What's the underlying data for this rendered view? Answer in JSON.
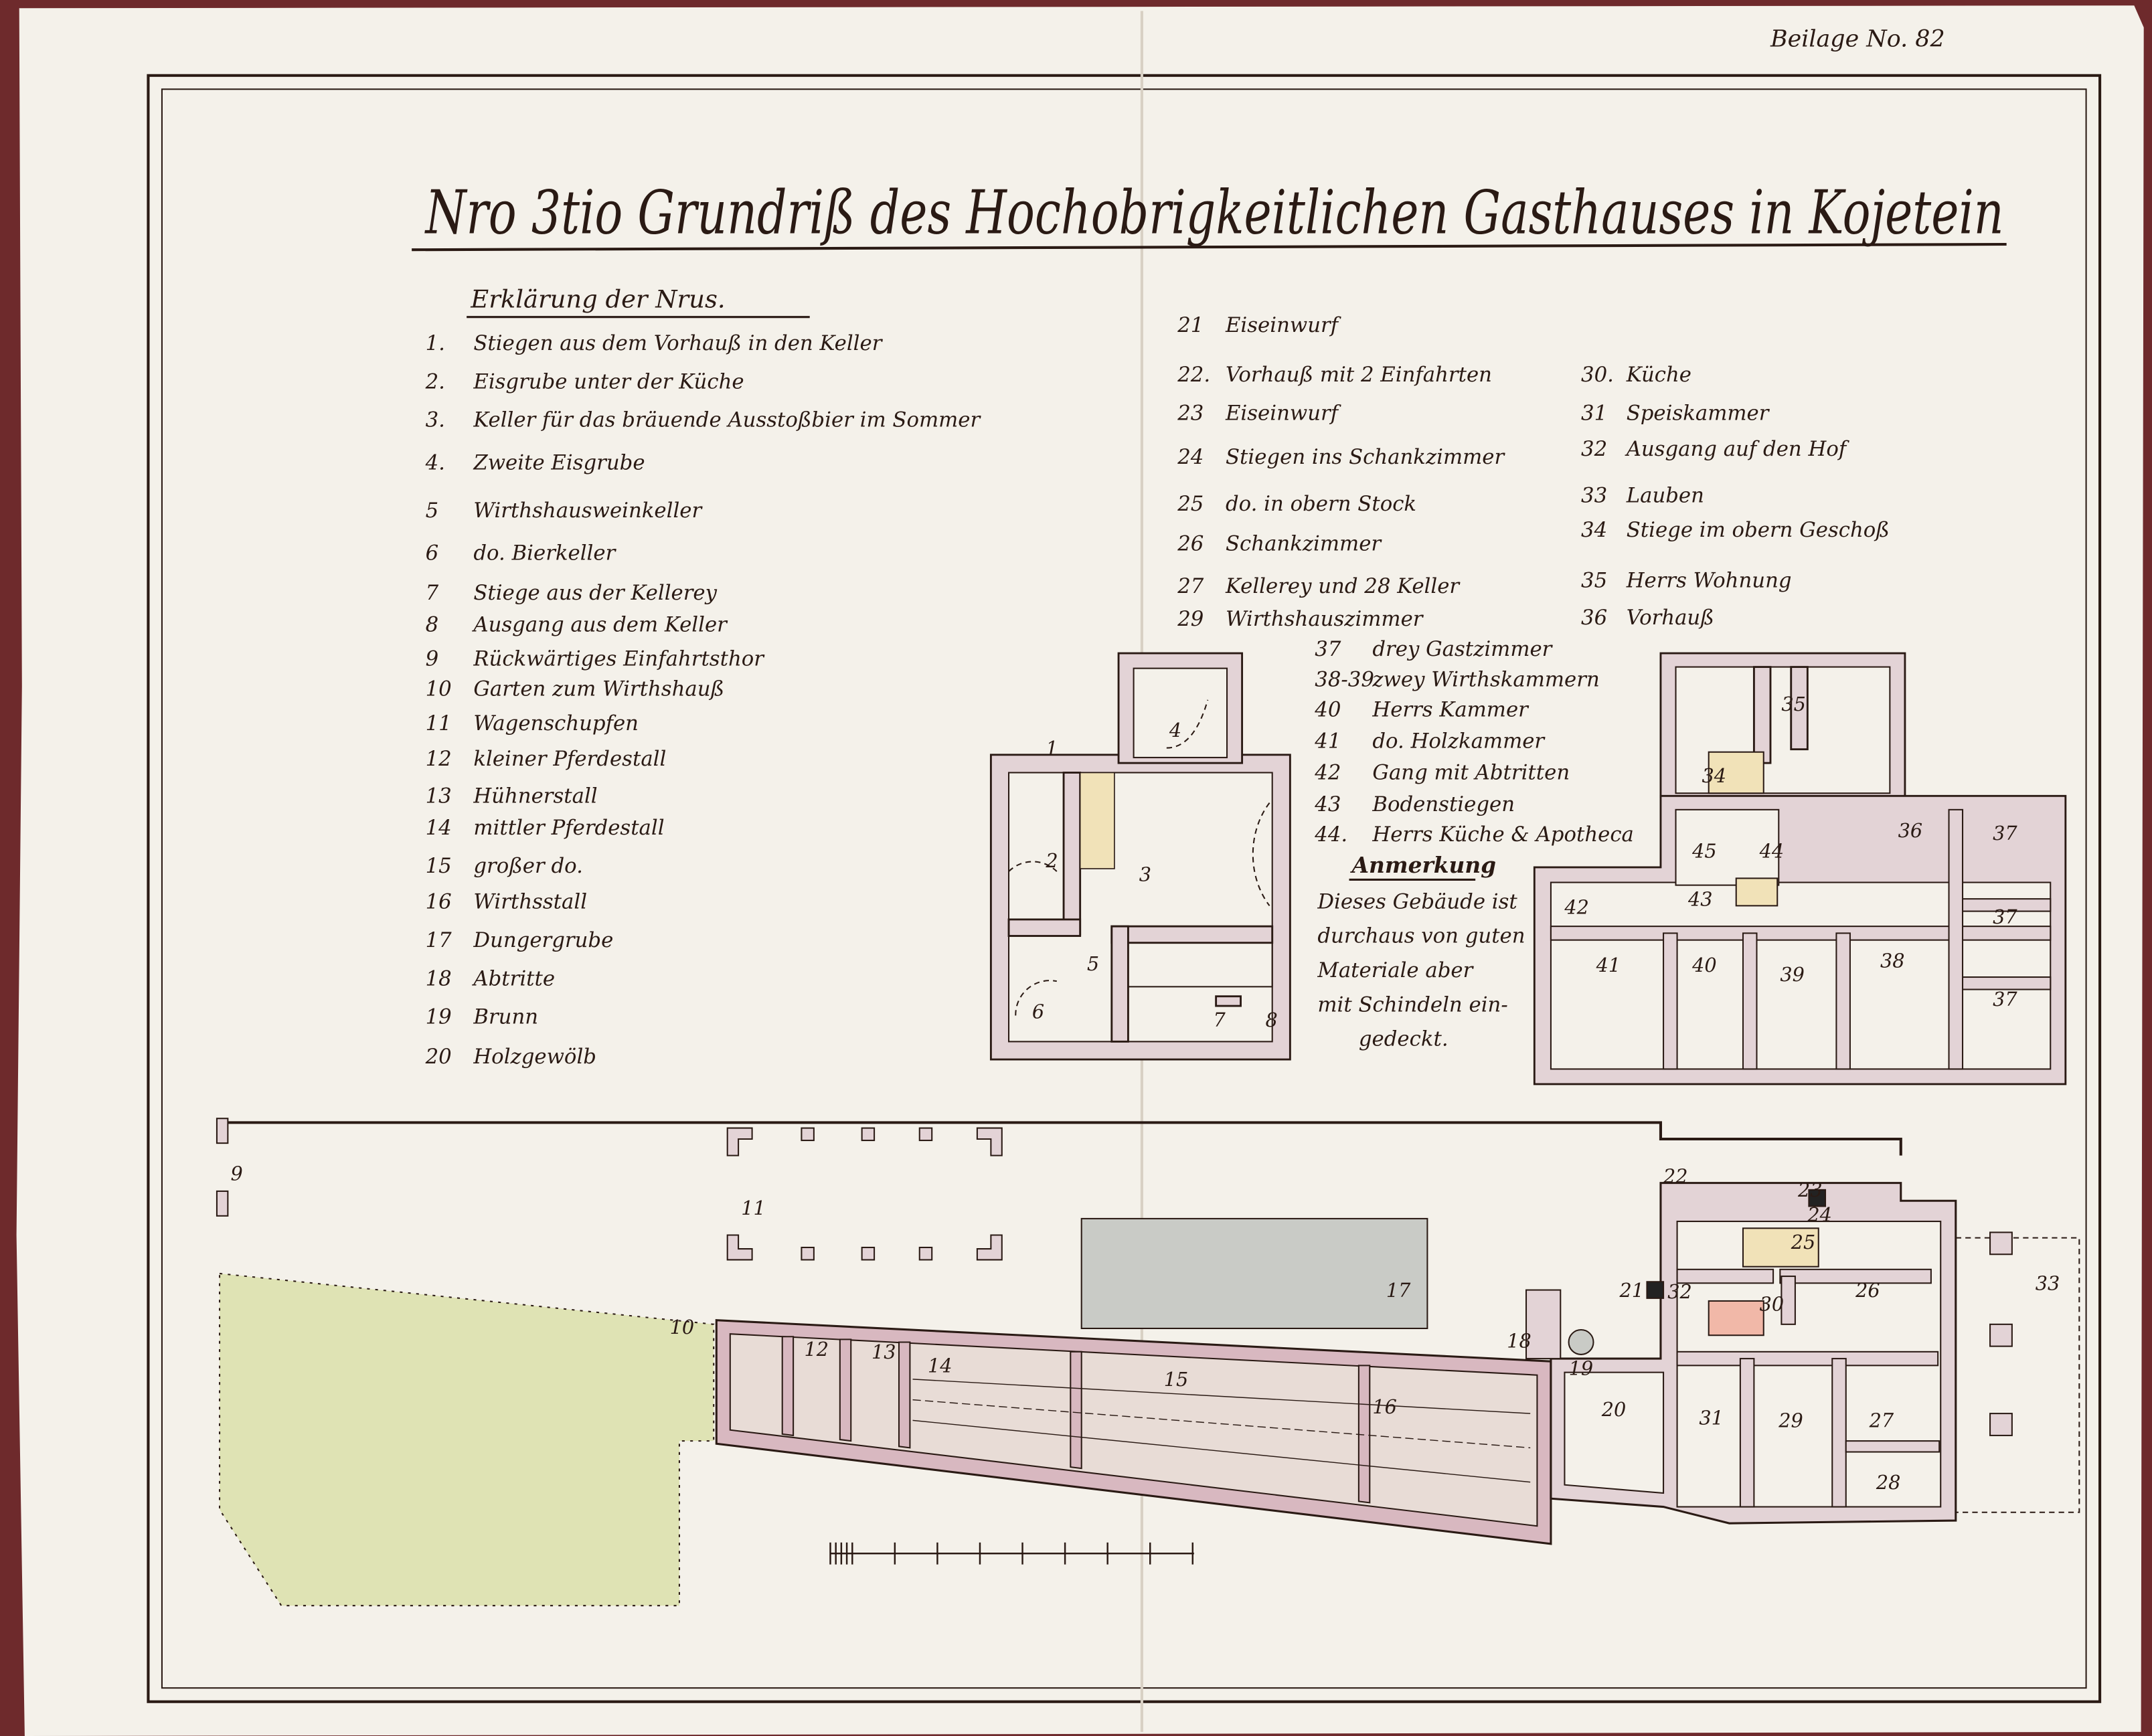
{
  "header": {
    "annex_label": "Beilage No. 82",
    "title": "Nro 3tio Grundriß des Hochobrigkeitlichen Gasthauses in Kojetein"
  },
  "legend": {
    "heading": "Erklärung der Nrus.",
    "items": [
      {
        "n": "1.",
        "t": "Stiegen aus dem Vorhauß in den Keller"
      },
      {
        "n": "2.",
        "t": "Eisgrube unter der Küche"
      },
      {
        "n": "3.",
        "t": "Keller für das bräuende Ausstoßbier im Sommer"
      },
      {
        "n": "4.",
        "t": "Zweite Eisgrube"
      },
      {
        "n": "5",
        "t": "Wirthshausweinkeller"
      },
      {
        "n": "6",
        "t": "do. Bierkeller"
      },
      {
        "n": "7",
        "t": "Stiege aus der Kellerey"
      },
      {
        "n": "8",
        "t": "Ausgang aus dem Keller"
      },
      {
        "n": "9",
        "t": "Rückwärtiges Einfahrtsthor"
      },
      {
        "n": "10",
        "t": "Garten zum Wirthshauß"
      },
      {
        "n": "11",
        "t": "Wagenschupfen"
      },
      {
        "n": "12",
        "t": "kleiner Pferdestall"
      },
      {
        "n": "13",
        "t": "Hühnerstall"
      },
      {
        "n": "14",
        "t": "mittler Pferdestall"
      },
      {
        "n": "15",
        "t": "großer do."
      },
      {
        "n": "16",
        "t": "Wirthsstall"
      },
      {
        "n": "17",
        "t": "Dungergrube"
      },
      {
        "n": "18",
        "t": "Abtritte"
      },
      {
        "n": "19",
        "t": "Brunn"
      },
      {
        "n": "20",
        "t": "Holzgewölb"
      },
      {
        "n": "21",
        "t": "Eiseinwurf"
      },
      {
        "n": "22.",
        "t": "Vorhauß mit 2 Einfahrten"
      },
      {
        "n": "23",
        "t": "Eiseinwurf"
      },
      {
        "n": "24",
        "t": "Stiegen ins Schankzimmer"
      },
      {
        "n": "25",
        "t": "do. in obern Stock"
      },
      {
        "n": "26",
        "t": "Schankzimmer"
      },
      {
        "n": "27",
        "t": "Kellerey und 28 Keller"
      },
      {
        "n": "29",
        "t": "Wirthshauszimmer"
      },
      {
        "n": "30.",
        "t": "Küche"
      },
      {
        "n": "31",
        "t": "Speiskammer"
      },
      {
        "n": "32",
        "t": "Ausgang auf den Hof"
      },
      {
        "n": "33",
        "t": "Lauben"
      },
      {
        "n": "34",
        "t": "Stiege im obern Geschoß"
      },
      {
        "n": "35",
        "t": "Herrs Wohnung"
      },
      {
        "n": "36",
        "t": "Vorhauß"
      },
      {
        "n": "37",
        "t": "drey Gastzimmer"
      },
      {
        "n": "38-39",
        "t": "zwey Wirthskammern"
      },
      {
        "n": "40",
        "t": "Herrs Kammer"
      },
      {
        "n": "41",
        "t": "do. Holzkammer"
      },
      {
        "n": "42",
        "t": "Gang mit Abtritten"
      },
      {
        "n": "43",
        "t": "Bodenstiegen"
      },
      {
        "n": "44.",
        "t": "Herrs Küche & Apotheca"
      }
    ]
  },
  "note": {
    "heading": "Anmerkung",
    "lines": [
      "Dieses Gebäude ist",
      "durchaus von guten",
      "Materiale aber",
      "mit Schindeln ein-",
      "gedeckt."
    ]
  },
  "plan_labels": {
    "cellar": [
      "1",
      "2",
      "3",
      "4",
      "5",
      "6",
      "7",
      "8"
    ],
    "upper": [
      "34",
      "35",
      "36",
      "37",
      "37",
      "37",
      "38",
      "39",
      "40",
      "41",
      "42",
      "43",
      "44",
      "45"
    ],
    "ground": [
      "9",
      "10",
      "11",
      "12",
      "13",
      "14",
      "15",
      "16",
      "17",
      "18",
      "19",
      "20",
      "21",
      "22",
      "23",
      "24",
      "25",
      "26",
      "27",
      "28",
      "29",
      "30",
      "31",
      "32",
      "33"
    ]
  },
  "colors": {
    "paper": "#f4f1ea",
    "ink": "#2a1a14",
    "walls": "#e3d3d6",
    "stable": "#d8b8c0",
    "garden": "#dfe3b4",
    "dung": "#c9cbc6",
    "board": "#7a2a2c"
  }
}
